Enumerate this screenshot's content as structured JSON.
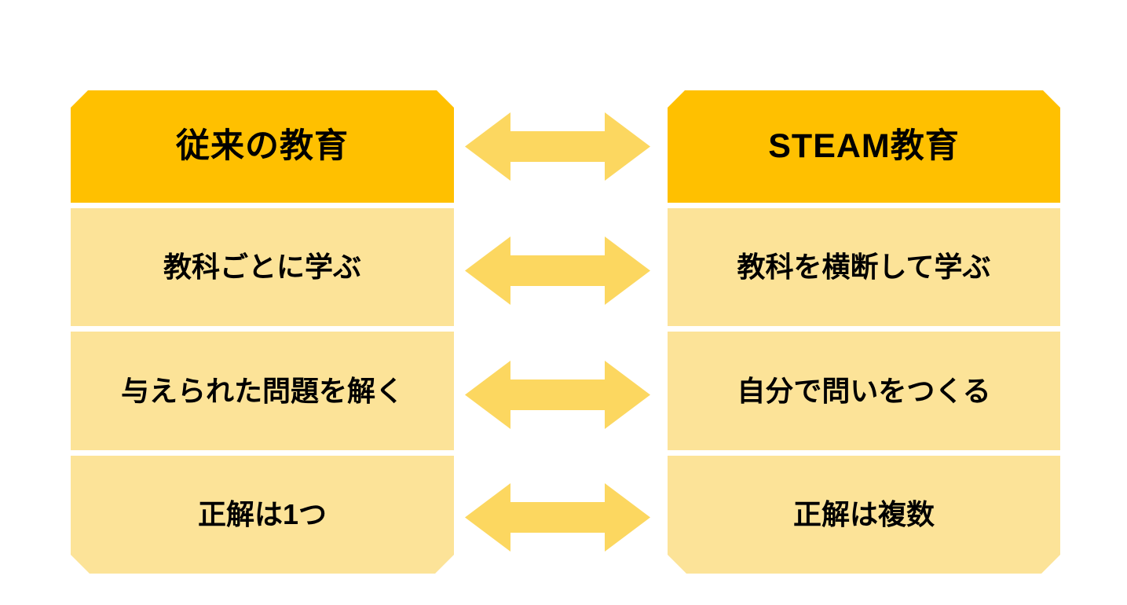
{
  "diagram": {
    "title_left": "従来の教育",
    "title_right": "STEAM教育",
    "colors": {
      "header_fill": "#FFC000",
      "body_fill": "#FCE398",
      "arrow_fill": "#FCD760",
      "text": "#000000",
      "background": "#FFFFFF"
    },
    "columns": [
      {
        "id": "traditional",
        "header": "従来の教育",
        "rows": [
          "教科ごとに学ぶ",
          "与えられた問題を解く",
          "正解は1つ"
        ]
      },
      {
        "id": "steam",
        "header": "STEAM教育",
        "rows": [
          "教科を横断して学ぶ",
          "自分で問いをつくる",
          "正解は複数"
        ]
      }
    ],
    "connectors": [
      {
        "icon": "double-arrow-icon",
        "pairs": [
          "従来の教育",
          "STEAM教育"
        ]
      },
      {
        "icon": "double-arrow-icon",
        "pairs": [
          "教科ごとに学ぶ",
          "教科を横断して学ぶ"
        ]
      },
      {
        "icon": "double-arrow-icon",
        "pairs": [
          "与えられた問題を解く",
          "自分で問いをつくる"
        ]
      },
      {
        "icon": "double-arrow-icon",
        "pairs": [
          "正解は1つ",
          "正解は複数"
        ]
      }
    ]
  }
}
